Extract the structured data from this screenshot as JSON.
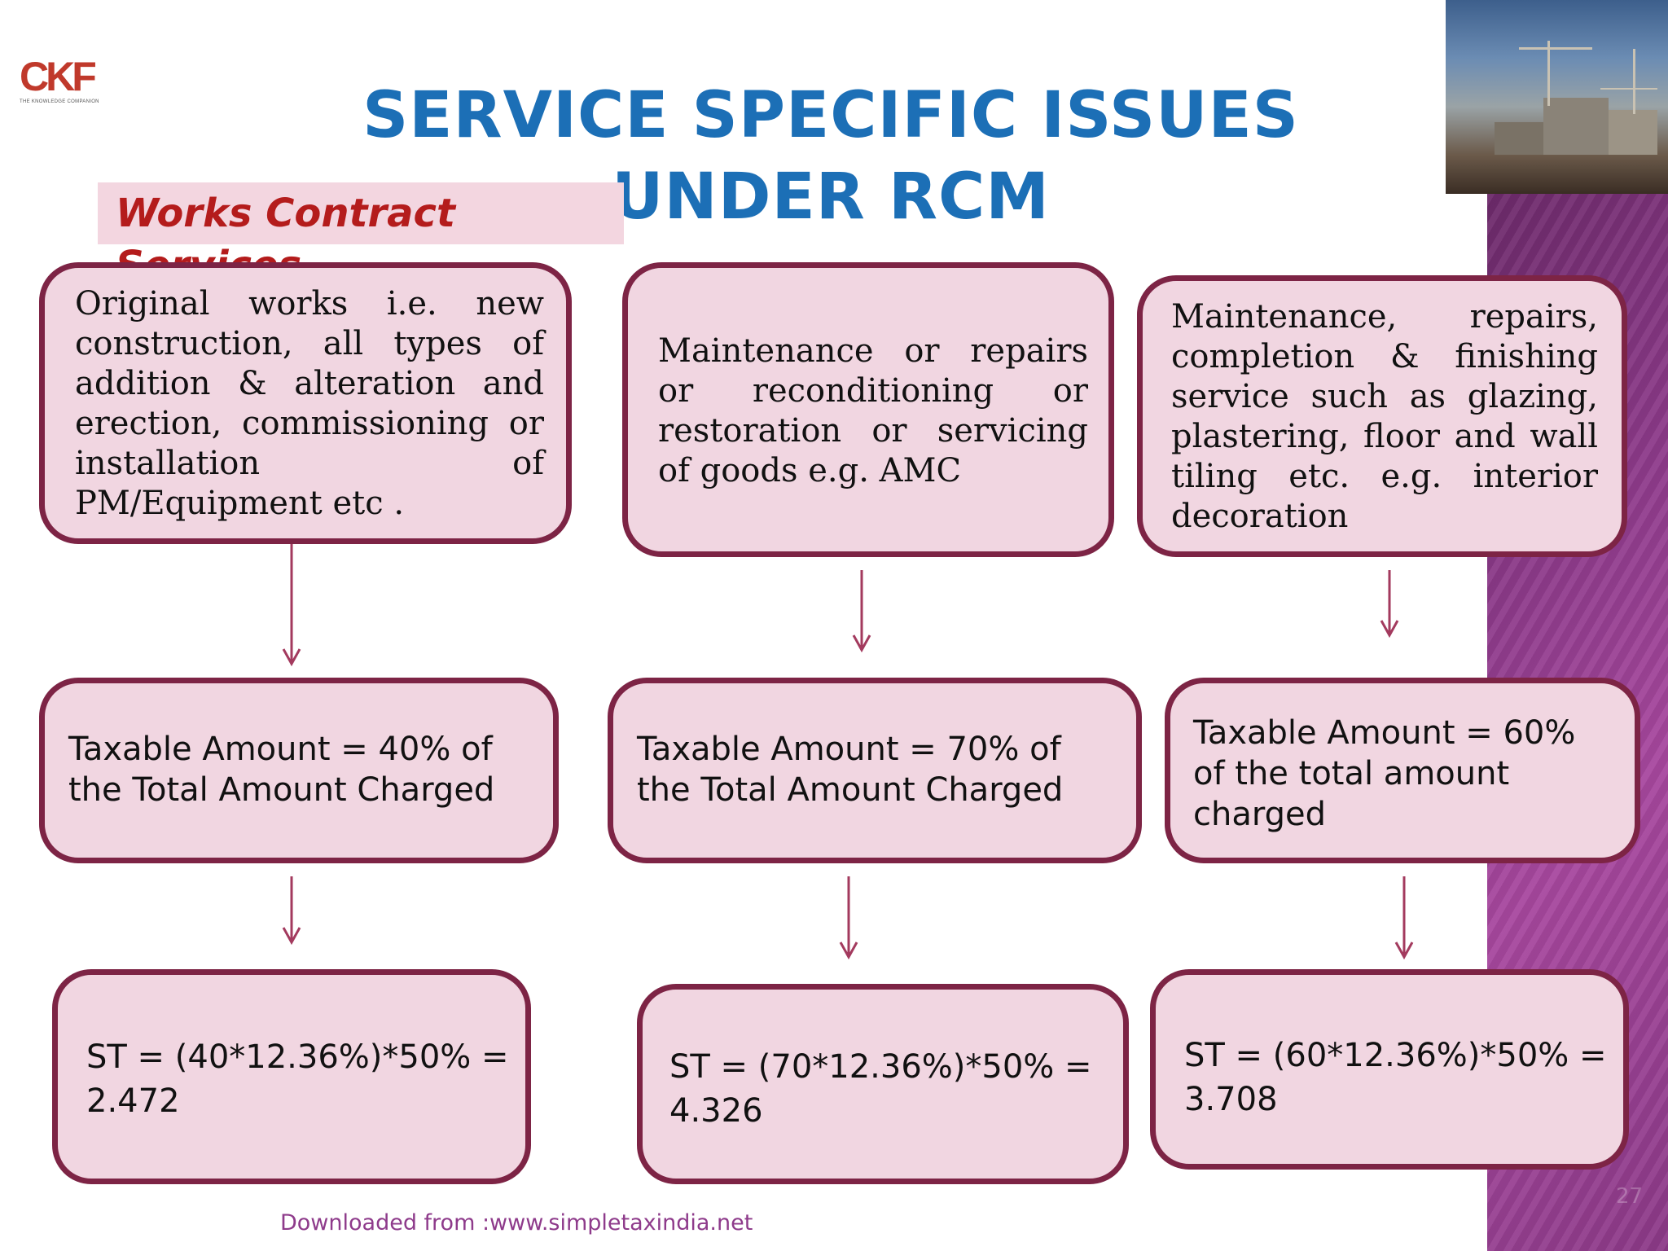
{
  "logo": {
    "text": "CKF",
    "tagline": "THE KNOWLEDGE COMPANION"
  },
  "title": "SERVICE SPECIFIC ISSUES UNDER RCM",
  "subtitle": "Works Contract Services",
  "columns": [
    {
      "description": "Original works i.e. new construction, all types of addition & alteration and erection, commissioning or installation of PM/Equipment etc .",
      "taxable": "Taxable Amount = 40% of the Total Amount Charged",
      "st": "ST = (40*12.36%)*50% = 2.472"
    },
    {
      "description": "Maintenance or repairs or reconditioning or restoration or servicing of goods e.g. AMC",
      "taxable": "Taxable Amount = 70% of the Total Amount Charged",
      "st": "ST = (70*12.36%)*50% = 4.326"
    },
    {
      "description": "Maintenance, repairs, completion & finishing service such as glazing, plastering, floor and wall tiling etc.  e.g. interior decoration",
      "taxable": "Taxable Amount = 60% of the total amount charged",
      "st": "ST = (60*12.36%)*50% = 3.708"
    }
  ],
  "footer": "Downloaded from :www.simpletaxindia.net",
  "page_number": "27",
  "colors": {
    "title": "#1c6fb6",
    "subtitle": "#b41c1c",
    "box_fill": "#f1d6e1",
    "box_border": "#7d2445",
    "arrow": "#a33a5e",
    "footer": "#8e3b8b"
  }
}
